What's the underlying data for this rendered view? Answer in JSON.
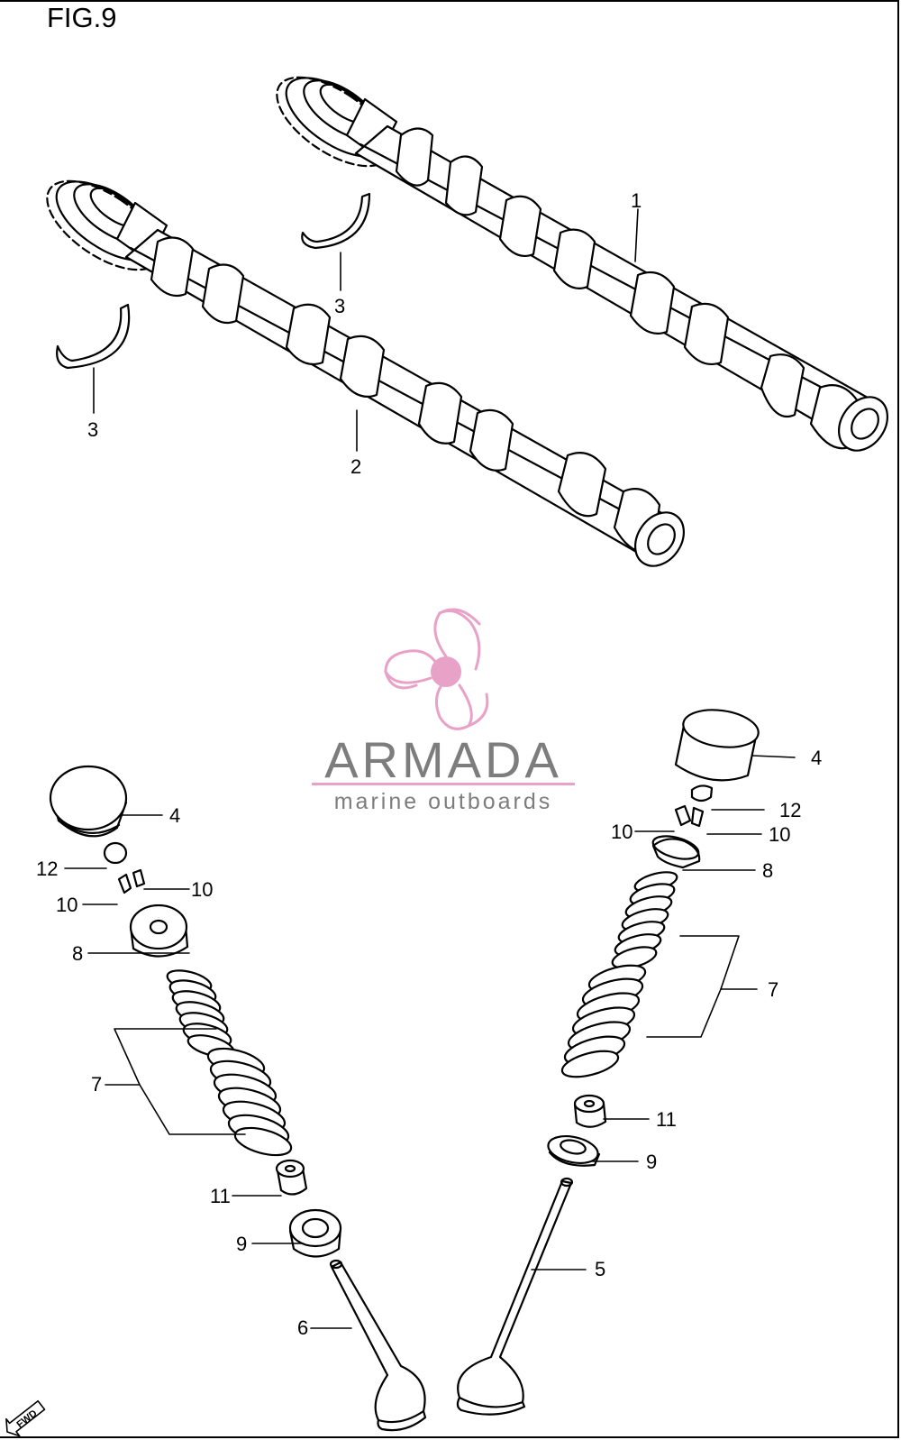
{
  "figure": {
    "title": "FIG.9"
  },
  "logo": {
    "name": "ARMADA",
    "subtitle": "marine outboards",
    "accent_color": "#e8a2c8",
    "text_color": "#7d7d7d",
    "icon": "propeller-icon"
  },
  "fwd": {
    "label": "FWD",
    "icon": "forward-arrow-icon"
  },
  "callouts": [
    {
      "id": "c-1",
      "text": "1"
    },
    {
      "id": "c-2",
      "text": "2"
    },
    {
      "id": "c-3a",
      "text": "3"
    },
    {
      "id": "c-3b",
      "text": "3"
    },
    {
      "id": "c-4a",
      "text": "4"
    },
    {
      "id": "c-4b",
      "text": "4"
    },
    {
      "id": "c-5",
      "text": "5"
    },
    {
      "id": "c-6",
      "text": "6"
    },
    {
      "id": "c-7a",
      "text": "7"
    },
    {
      "id": "c-7b",
      "text": "7"
    },
    {
      "id": "c-8a",
      "text": "8"
    },
    {
      "id": "c-8b",
      "text": "8"
    },
    {
      "id": "c-9a",
      "text": "9"
    },
    {
      "id": "c-9b",
      "text": "9"
    },
    {
      "id": "c-10a",
      "text": "10"
    },
    {
      "id": "c-10b",
      "text": "10"
    },
    {
      "id": "c-10c",
      "text": "10"
    },
    {
      "id": "c-10d",
      "text": "10"
    },
    {
      "id": "c-11a",
      "text": "11"
    },
    {
      "id": "c-11b",
      "text": "11"
    },
    {
      "id": "c-12a",
      "text": "12"
    },
    {
      "id": "c-12b",
      "text": "12"
    }
  ]
}
